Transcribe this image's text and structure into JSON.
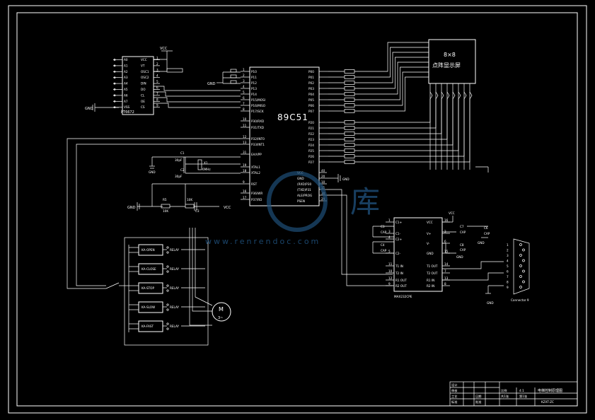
{
  "mcu": {
    "name": "89C51",
    "left_pins": [
      "P10",
      "P11",
      "P12",
      "P13",
      "P14",
      "P15/MOSI",
      "P16/MISO",
      "P17/SCK",
      "P30/RXD",
      "P31/TXD",
      "P32/INT0",
      "P33/INT1",
      "EA/VPP",
      "XTAL1",
      "XTAL2",
      "RST",
      "P36/WR",
      "P37/RD"
    ],
    "left_nums": [
      "1",
      "2",
      "3",
      "4",
      "5",
      "6",
      "7",
      "8",
      "10",
      "11",
      "12",
      "13",
      "31",
      "19",
      "18",
      "9",
      "16",
      "17"
    ],
    "right_top_pins": [
      "P00",
      "P01",
      "P02",
      "P03",
      "P04",
      "P05",
      "P06",
      "P07"
    ],
    "right_mid_pins": [
      "P20",
      "P21",
      "P22",
      "P23",
      "P24",
      "P25",
      "P26",
      "P27"
    ],
    "right_bot_pins": [
      "VCC",
      "GND",
      "(RXD)P30",
      "(TXD)P31",
      "ALE/PROG",
      "PSEN"
    ],
    "right_bot_nums": [
      "40",
      "20",
      "10",
      "11",
      "30",
      "29"
    ]
  },
  "keyboard": {
    "name": "PT6672",
    "left_pins": [
      "A0",
      "A1",
      "A2",
      "A3",
      "A4",
      "A5",
      "A6",
      "A7",
      "VSS"
    ],
    "right_pins": [
      "VCC",
      "VT",
      "OSC1",
      "OSC2",
      "DIN",
      "DO",
      "CL",
      "OE",
      "CS"
    ]
  },
  "display": {
    "title": "8×8",
    "subtitle": "点阵显示屏"
  },
  "labels": {
    "vcc": "VCC",
    "gnd": "GND",
    "c1": "C1",
    "c2": "C2",
    "c1_val": "30pF",
    "c2_val": "30pF",
    "crystal": "X1",
    "crystal_val": "6MHz",
    "r5": "R5",
    "r5_val": "10K",
    "r6": "10K",
    "c3_label": "C3",
    "motor": "M",
    "motor_sub": "3~",
    "connector": "Connector 9",
    "watermark_text": "www.renrendoc.com",
    "watermark_cn": "库"
  },
  "max232": {
    "name": "MAX232CPE",
    "left_pins": [
      "C1+",
      "C1-",
      "C2+",
      "C2-",
      "T1 IN",
      "T2 IN",
      "R1 OUT",
      "R2 OUT"
    ],
    "left_nums": [
      "1",
      "3",
      "4",
      "5",
      "11",
      "10",
      "12",
      "9"
    ],
    "right_pins": [
      "VCC",
      "V+",
      "V-",
      "GND",
      "T1 OUT",
      "T2 OUT",
      "R1 IN",
      "R2 IN"
    ],
    "right_nums": [
      "16",
      "2",
      "6",
      "15",
      "14",
      "7",
      "13",
      "8"
    ],
    "caps": [
      "C3",
      "C4",
      "C5",
      "C6",
      "C7",
      "C8"
    ],
    "cap_val": "CAP"
  },
  "relays": {
    "items": [
      "KA-OPEN",
      "KA-CLOSE",
      "KA-STOP",
      "KA-SLOW",
      "KA-FAST"
    ],
    "relay_val": "RELAY"
  },
  "title_block": {
    "cells": [
      "设计",
      "审核",
      "工艺",
      "标准",
      "批准",
      "比例",
      "4:1",
      "共1张",
      "第1张",
      "电梯控制原理图",
      "KZXT-ZC",
      "日期"
    ]
  }
}
